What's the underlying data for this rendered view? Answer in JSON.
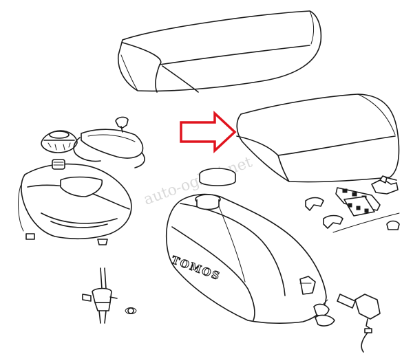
{
  "diagram": {
    "tank_brand": "TOMOS",
    "watermark": "auto-oglasi.net",
    "highlight_color": "#e0141e",
    "line_color": "#1a1a1a",
    "background": "#ffffff"
  },
  "parts": [
    {
      "id": "old-seat",
      "icon": "seat-icon"
    },
    {
      "id": "new-seat",
      "icon": "seat-icon"
    },
    {
      "id": "small-fuel-tank",
      "icon": "fuel-tank-icon"
    },
    {
      "id": "large-fuel-tank",
      "icon": "fuel-tank-icon"
    },
    {
      "id": "fuel-tap",
      "icon": "valve-icon"
    },
    {
      "id": "fuel-cap",
      "icon": "cap-icon"
    }
  ],
  "highlight": {
    "icon": "arrow-right-icon",
    "target": "new-seat"
  }
}
